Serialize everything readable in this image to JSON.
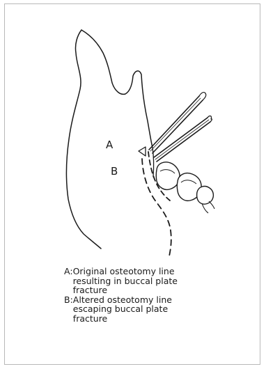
{
  "diagram": {
    "labels": {
      "region_a": "A",
      "region_b": "B"
    },
    "legend": [
      {
        "key": "A",
        "lines": [
          "Original  osteotomy  line",
          "resulting in buccal plate",
          "fracture"
        ]
      },
      {
        "key": "B",
        "lines": [
          "Altered  osteotomy  line",
          "escaping  buccal  plate",
          "fracture"
        ]
      }
    ]
  }
}
